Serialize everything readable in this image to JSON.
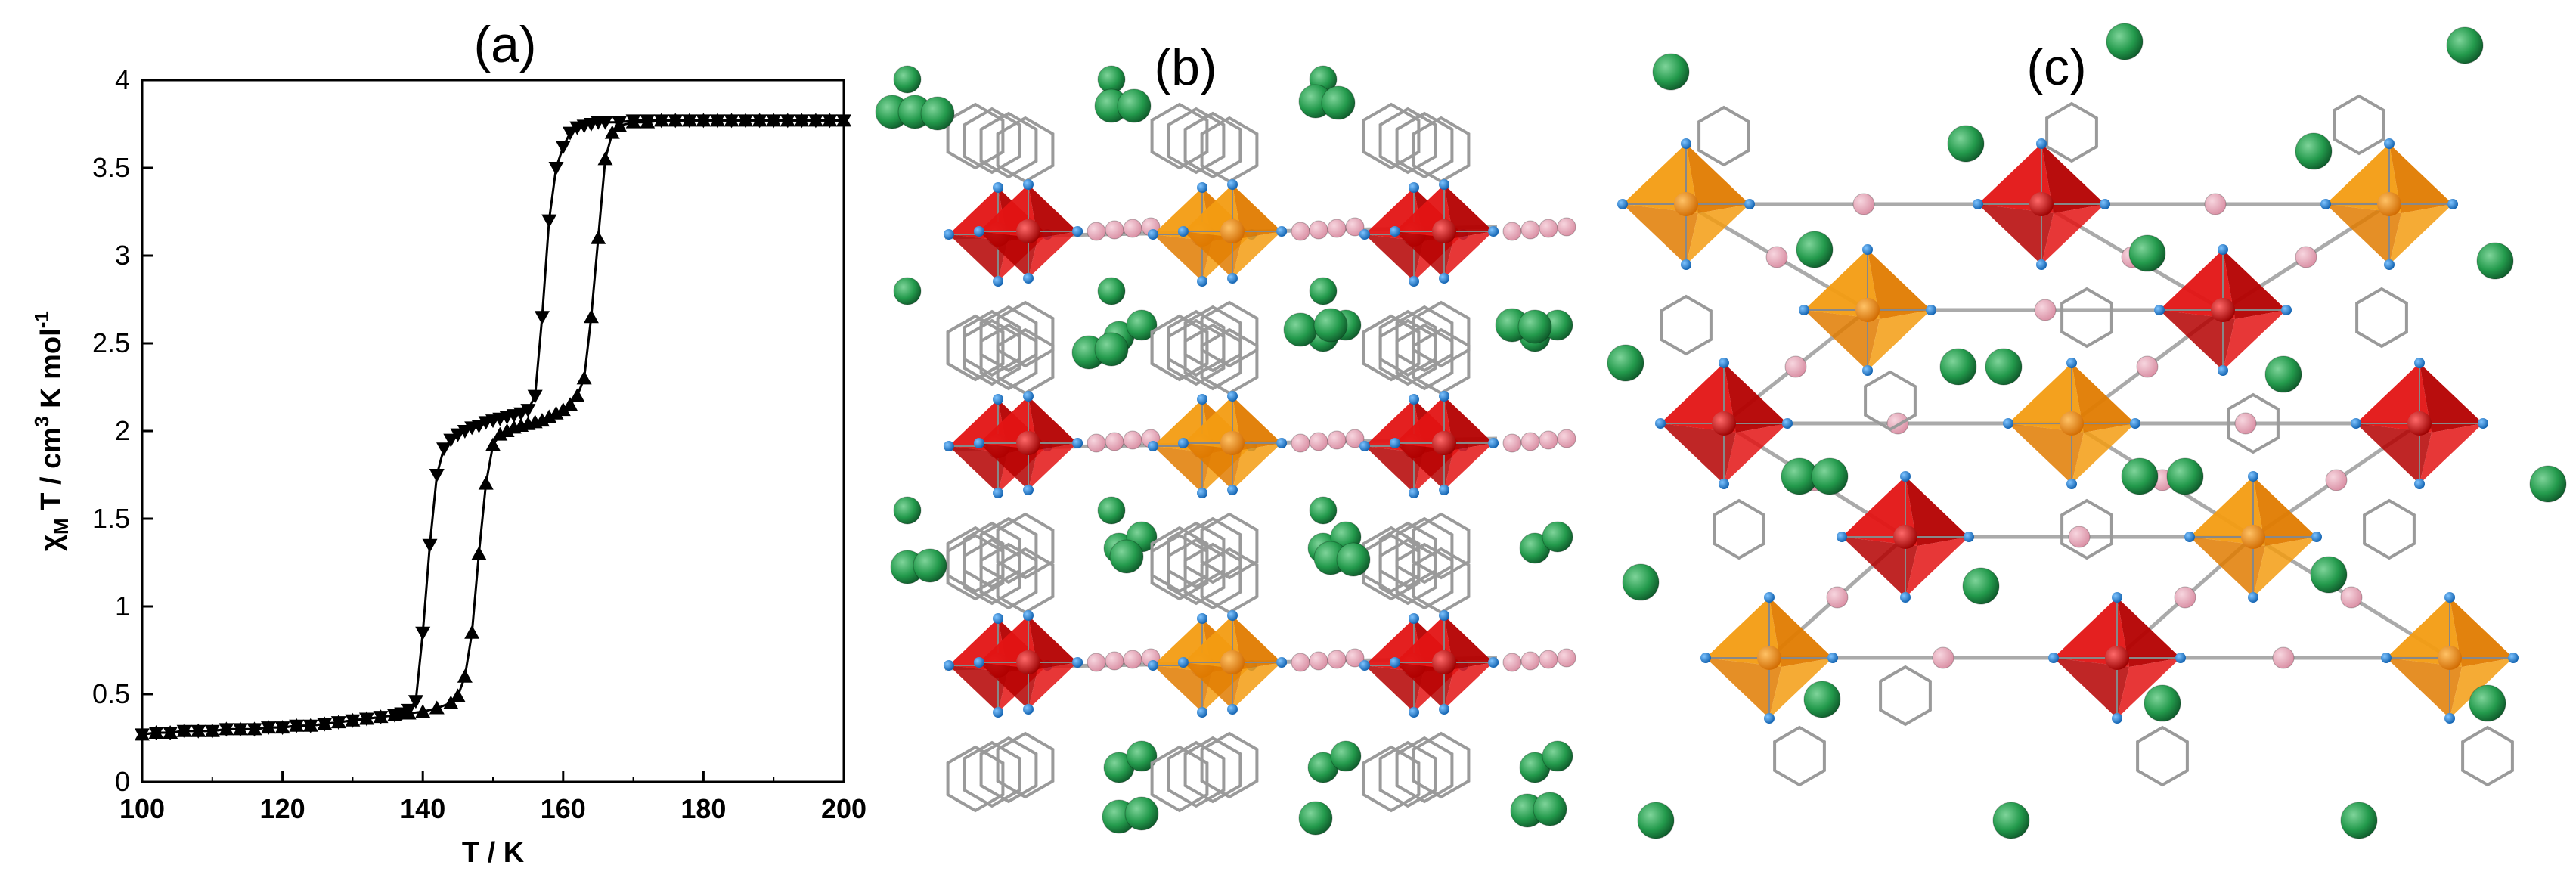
{
  "panels": {
    "a": {
      "label": "(a)"
    },
    "b": {
      "label": "(b)"
    },
    "c": {
      "label": "(c)"
    }
  },
  "chart_data": {
    "type": "line",
    "xlabel": "T / K",
    "ylabel_parts": {
      "chi": "χ",
      "sub": "M",
      "rest1": " T / cm",
      "sup1": "3",
      "rest2": " K mol",
      "sup2": "-1"
    },
    "xlim": [
      100,
      200
    ],
    "ylim": [
      0,
      4
    ],
    "xticks": [
      "100",
      "120",
      "140",
      "160",
      "180",
      "200"
    ],
    "yticks": [
      "0",
      "0.5",
      "1",
      "1.5",
      "2",
      "2.5",
      "3",
      "3.5",
      "4"
    ],
    "grid": false,
    "series": [
      {
        "marker": "triangle-down",
        "x": [
          100,
          102,
          104,
          106,
          108,
          110,
          112,
          114,
          116,
          118,
          120,
          122,
          124,
          126,
          128,
          130,
          132,
          134,
          136,
          137,
          138,
          139,
          140,
          141,
          142,
          143,
          144,
          145,
          146,
          147,
          148,
          149,
          150,
          151,
          152,
          153,
          154,
          155,
          156,
          157,
          158,
          159,
          160,
          161,
          162,
          163,
          164,
          165,
          166,
          168,
          170,
          172,
          174,
          176,
          178,
          180,
          182,
          184,
          186,
          188,
          190,
          192,
          194,
          196,
          198,
          200
        ],
        "y": [
          0.27,
          0.28,
          0.28,
          0.29,
          0.29,
          0.29,
          0.3,
          0.3,
          0.3,
          0.31,
          0.31,
          0.32,
          0.32,
          0.33,
          0.34,
          0.35,
          0.36,
          0.37,
          0.38,
          0.39,
          0.41,
          0.46,
          0.85,
          1.35,
          1.75,
          1.9,
          1.95,
          1.98,
          2.0,
          2.02,
          2.03,
          2.05,
          2.06,
          2.07,
          2.08,
          2.09,
          2.1,
          2.12,
          2.2,
          2.65,
          3.2,
          3.5,
          3.62,
          3.7,
          3.73,
          3.74,
          3.75,
          3.76,
          3.76,
          3.76,
          3.77,
          3.77,
          3.77,
          3.77,
          3.77,
          3.77,
          3.77,
          3.77,
          3.77,
          3.77,
          3.77,
          3.77,
          3.77,
          3.77,
          3.77,
          3.77
        ]
      },
      {
        "marker": "triangle-up",
        "x": [
          100,
          102,
          104,
          106,
          108,
          110,
          112,
          114,
          116,
          118,
          120,
          122,
          124,
          126,
          128,
          130,
          132,
          134,
          136,
          138,
          140,
          142,
          144,
          145,
          146,
          147,
          148,
          149,
          150,
          151,
          152,
          153,
          154,
          155,
          156,
          157,
          158,
          159,
          160,
          161,
          162,
          163,
          164,
          165,
          166,
          167,
          168,
          170,
          172,
          174,
          176,
          178,
          180,
          182,
          184,
          186,
          188,
          190,
          192,
          194,
          196,
          198,
          200
        ],
        "y": [
          0.27,
          0.28,
          0.28,
          0.29,
          0.29,
          0.29,
          0.3,
          0.3,
          0.3,
          0.31,
          0.31,
          0.32,
          0.32,
          0.33,
          0.34,
          0.35,
          0.36,
          0.37,
          0.38,
          0.39,
          0.4,
          0.42,
          0.45,
          0.49,
          0.6,
          0.85,
          1.3,
          1.7,
          1.92,
          1.98,
          2.0,
          2.02,
          2.03,
          2.04,
          2.05,
          2.06,
          2.08,
          2.1,
          2.12,
          2.15,
          2.2,
          2.3,
          2.65,
          3.1,
          3.55,
          3.7,
          3.74,
          3.76,
          3.76,
          3.77,
          3.77,
          3.77,
          3.77,
          3.77,
          3.77,
          3.77,
          3.77,
          3.77,
          3.77,
          3.77,
          3.77,
          3.77,
          3.77
        ]
      }
    ]
  }
}
